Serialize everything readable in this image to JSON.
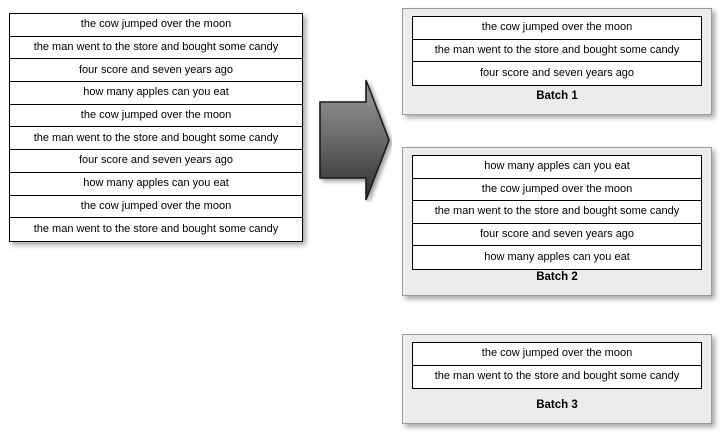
{
  "sentences": {
    "cow": "the cow jumped over the moon",
    "man": "the man went to the store and bought some candy",
    "score": "four score and seven years ago",
    "apples": "how many apples can you eat"
  },
  "source_list": {
    "name": "source-sentence-list",
    "rows": [
      "the cow jumped over the moon",
      "the man went to the store and bought some candy",
      "four score and seven years ago",
      "how many apples can you eat",
      "the cow jumped over the moon",
      "the man went to the store and bought some candy",
      "four score and seven years ago",
      "how many apples can you eat",
      "the cow jumped over the moon",
      "the man went to the store and bought some candy"
    ]
  },
  "arrow": {
    "icon": "right-block-arrow-icon",
    "direction": "right",
    "fill_top": "#8c8c8c",
    "fill_bottom": "#3a3a3a",
    "stroke": "#1a1a1a"
  },
  "batches": [
    {
      "label": "Batch 1",
      "rows": [
        "the cow jumped over the moon",
        "the man went to the store and bought some candy",
        "four score and seven years ago"
      ]
    },
    {
      "label": "Batch 2",
      "rows": [
        "how many apples can you eat",
        "the cow jumped over the moon",
        "the man went to the store and bought some candy",
        "four score and seven years ago",
        "how many apples can you eat"
      ]
    },
    {
      "label": "Batch 3",
      "rows": [
        "the cow jumped over the moon",
        "the man went to the store and bought some candy"
      ]
    }
  ],
  "colors": {
    "page_background": "#ffffff",
    "panel_background": "#ececec",
    "panel_border": "#9a9a9a",
    "table_border": "#000000",
    "text": "#000000"
  }
}
